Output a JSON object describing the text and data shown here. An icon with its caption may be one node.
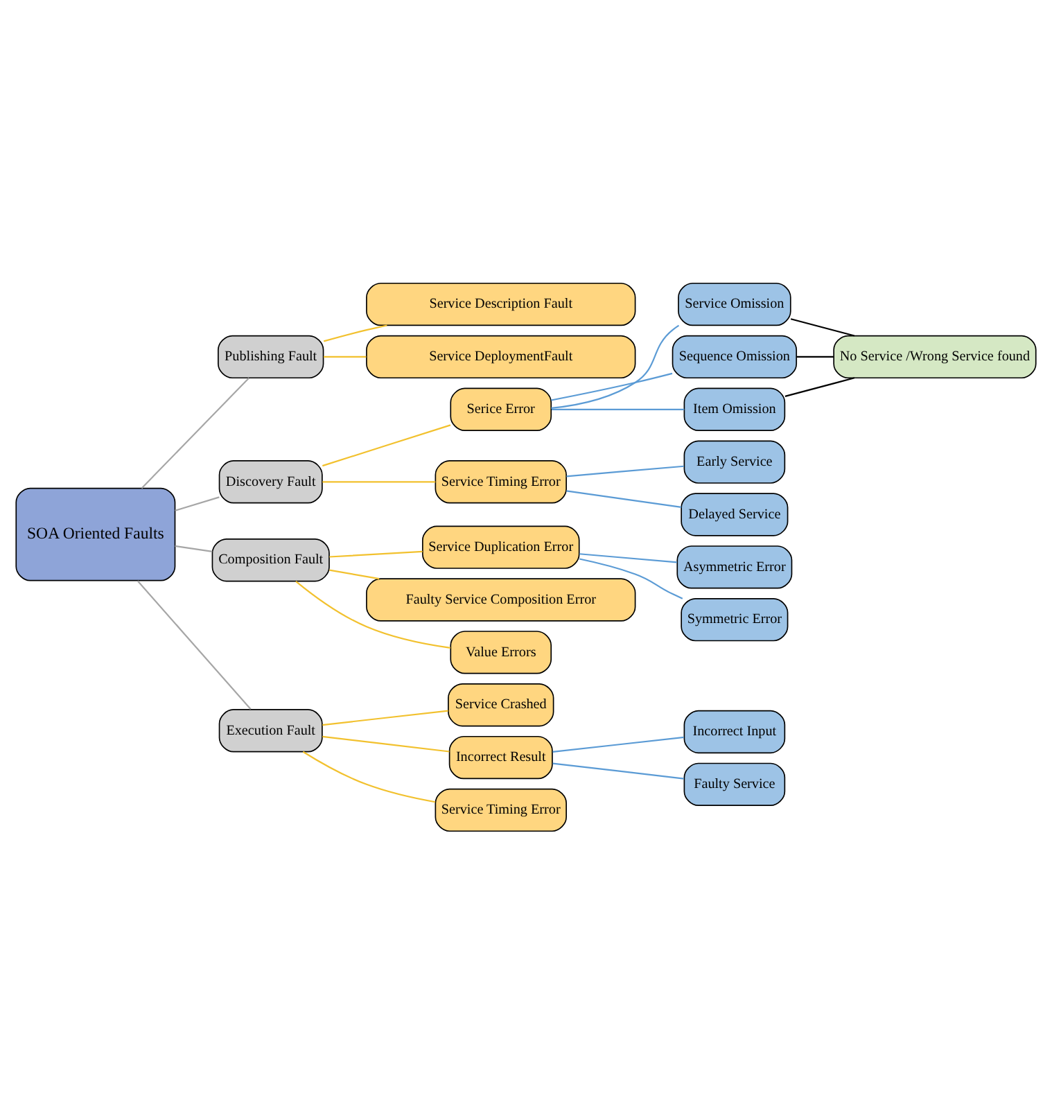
{
  "diagram": {
    "nodes": [
      {
        "text": [
          "SOA Oriented Faults"
        ]
      },
      {
        "text": [
          "Publishing Fault"
        ]
      },
      {
        "text": [
          "Discovery Fault"
        ]
      },
      {
        "text": [
          "Composition Fault"
        ]
      },
      {
        "text": [
          "Execution Fault"
        ]
      },
      {
        "text": [
          "Service Description Fault"
        ]
      },
      {
        "text": [
          "Service DeploymentFault"
        ]
      },
      {
        "text": [
          "Serice Error"
        ]
      },
      {
        "text": [
          "Service Timing Error"
        ]
      },
      {
        "text": [
          "Service Omission"
        ]
      },
      {
        "text": [
          "Sequence Omission"
        ]
      },
      {
        "text": [
          "Item Omission"
        ]
      },
      {
        "text": [
          "No Service /Wrong Service found"
        ]
      },
      {
        "text": [
          "Early Service"
        ]
      },
      {
        "text": [
          "Delayed Service"
        ]
      },
      {
        "text": [
          "Service Duplication Error"
        ]
      },
      {
        "text": [
          "Faulty Service Composition Error"
        ]
      },
      {
        "text": [
          "Value Errors"
        ]
      },
      {
        "text": [
          "Asymmetric Error"
        ]
      },
      {
        "text": [
          "Symmetric Error"
        ]
      },
      {
        "text": [
          "Service Crashed"
        ]
      },
      {
        "text": [
          "Incorrect Result"
        ]
      },
      {
        "text": [
          "Service Timing Error"
        ]
      },
      {
        "text": [
          "Incorrect Input"
        ]
      },
      {
        "text": [
          "Faulty Service"
        ]
      }
    ],
    "edges": [
      {
        "from": 0,
        "to": 1,
        "arrow": "none",
        "color": "#a6a6a6"
      },
      {
        "from": 0,
        "to": 2,
        "arrow": "none",
        "color": "#a6a6a6"
      },
      {
        "from": 0,
        "to": 3,
        "arrow": "none",
        "color": "#a6a6a6"
      },
      {
        "from": 0,
        "to": 4,
        "arrow": "none",
        "color": "#a6a6a6"
      },
      {
        "from": 1,
        "to": 5,
        "arrow": "none"
      },
      {
        "from": 1,
        "to": 6,
        "arrow": "none"
      },
      {
        "from": 2,
        "to": 7,
        "arrow": "none"
      },
      {
        "from": 2,
        "to": 8,
        "arrow": "none"
      },
      {
        "from": 7,
        "to": 9,
        "arrow": "none",
        "color": "#5b9bd5"
      },
      {
        "from": 7,
        "to": 10,
        "arrow": "none",
        "color": "#5b9bd5"
      },
      {
        "from": 7,
        "to": 11,
        "arrow": "none",
        "color": "#5b9bd5"
      },
      {
        "from": 9,
        "to": 12,
        "arrow": "none",
        "color": "#000000"
      },
      {
        "from": 10,
        "to": 12,
        "arrow": "none",
        "color": "#000000"
      },
      {
        "from": 11,
        "to": 12,
        "arrow": "none",
        "color": "#000000"
      },
      {
        "from": 8,
        "to": 13,
        "arrow": "none",
        "color": "#5b9bd5"
      },
      {
        "from": 8,
        "to": 14,
        "arrow": "none",
        "color": "#5b9bd5"
      },
      {
        "from": 3,
        "to": 15,
        "arrow": "none"
      },
      {
        "from": 3,
        "to": 16,
        "arrow": "none"
      },
      {
        "from": 3,
        "to": 17,
        "arrow": "none"
      },
      {
        "from": 15,
        "to": 18,
        "arrow": "none",
        "color": "#5b9bd5"
      },
      {
        "from": 15,
        "to": 19,
        "arrow": "none",
        "color": "#5b9bd5"
      },
      {
        "from": 4,
        "to": 20,
        "arrow": "none"
      },
      {
        "from": 4,
        "to": 21,
        "arrow": "none"
      },
      {
        "from": 4,
        "to": 22,
        "arrow": "none"
      },
      {
        "from": 21,
        "to": 23,
        "arrow": "none",
        "color": "#5b9bd5"
      },
      {
        "from": 21,
        "to": 24,
        "arrow": "none",
        "color": "#5b9bd5"
      }
    ]
  }
}
